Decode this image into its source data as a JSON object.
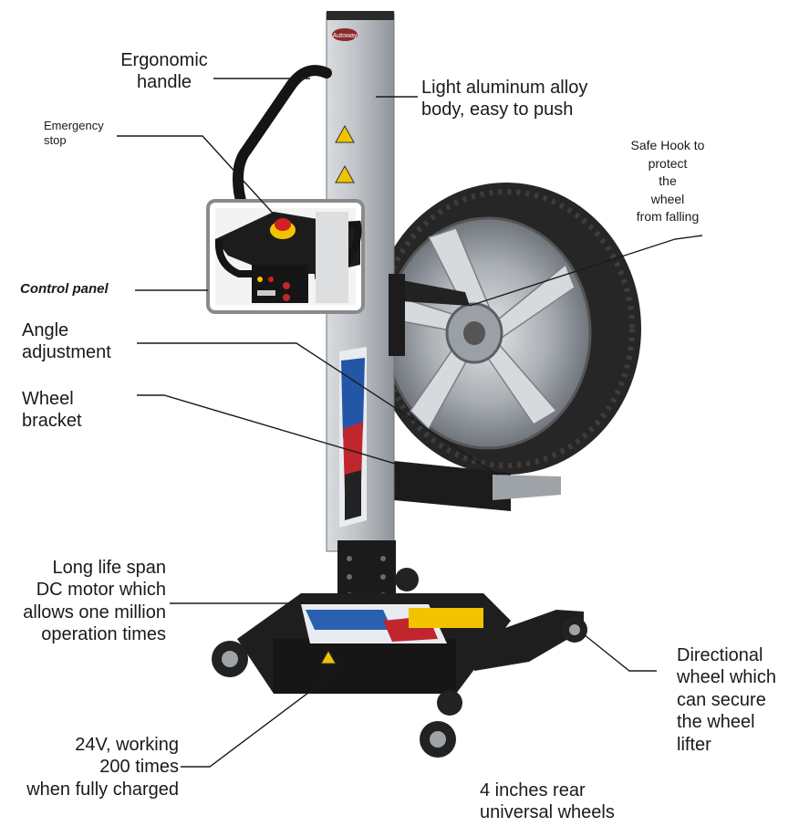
{
  "brand_logo_text": "Autoway",
  "callouts": {
    "ergonomic_handle": "Ergonomic\nhandle",
    "emergency_stop": "Emergency\nstop",
    "aluminum_body": "Light aluminum alloy\nbody, easy to push",
    "safe_hook": "Safe Hook to\nprotect\nthe\nwheel\nfrom falling",
    "control_panel": "Control panel",
    "angle_adjustment": "Angle\nadjustment",
    "wheel_bracket": "Wheel\nbracket",
    "dc_motor": "Long life span\nDC motor which\nallows one million\noperation times",
    "battery": "24V, working\n200 times\nwhen fully charged",
    "directional_wheel": "Directional\nwheel which\ncan secure\nthe wheel\nlifter",
    "rear_wheels": "4 inches rear\nuniversal wheels"
  },
  "colors": {
    "frame": "#1b1b1b",
    "column": "#b8bcc2",
    "tire": "#2a2a2a",
    "rim": "#a9aeb3",
    "panel_box": "#8a8a8a",
    "warning": "#f2c400",
    "estop": "#d42020"
  }
}
